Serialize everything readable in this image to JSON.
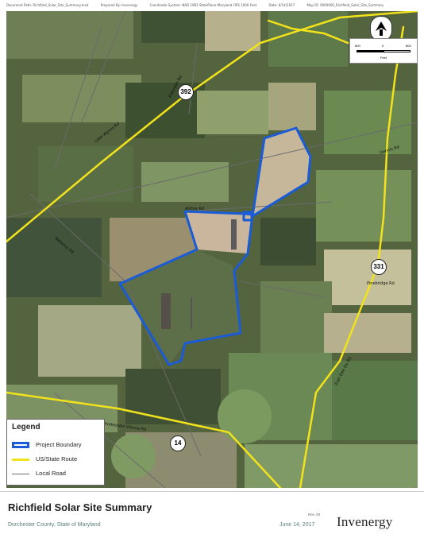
{
  "header_strip": [
    "Document Path: Richfield_Solar_Site_Summary.mxd",
    "Prepared By: Invenergy",
    "Coordinate System: NAD 1983 StatePlane Maryland FIPS 1900 Feet",
    "Date: 6/14/2017",
    "Map ID: 0000000_Richfield_Solar_Site_Summary"
  ],
  "map": {
    "routes": [
      {
        "label": "392"
      },
      {
        "label": "331"
      },
      {
        "label": "14"
      }
    ],
    "road_labels": [
      {
        "text": "Lake Wynns Rd"
      },
      {
        "text": "Airline Rd"
      },
      {
        "text": "Eldorado Rd"
      },
      {
        "text": "Pinebridge Rd"
      },
      {
        "text": "Rhodesdale Vienna Rd"
      },
      {
        "text": "East Dee Dy Rd"
      },
      {
        "text": "Reliance Rd"
      },
      {
        "text": "Dennis Rd"
      }
    ],
    "scale": {
      "ticks": [
        "800",
        "0",
        "800"
      ],
      "unit": "Feet"
    },
    "colors": {
      "project_boundary": "#1a5bd6",
      "us_state_route": "#f2e21c",
      "local_road": "#6b6b6b"
    }
  },
  "legend": {
    "title": "Legend",
    "items": [
      {
        "label": "Project Boundary",
        "symbol": "boundary"
      },
      {
        "label": "US/State Route",
        "symbol": "route"
      },
      {
        "label": "Local Road",
        "symbol": "local"
      }
    ]
  },
  "footer": {
    "title": "Richfield Solar Site Summary",
    "subtitle": "Dorchester County, State of Maryland",
    "rev": "Rev. 00",
    "date": "June 14, 2017",
    "logo": "Invenergy"
  }
}
